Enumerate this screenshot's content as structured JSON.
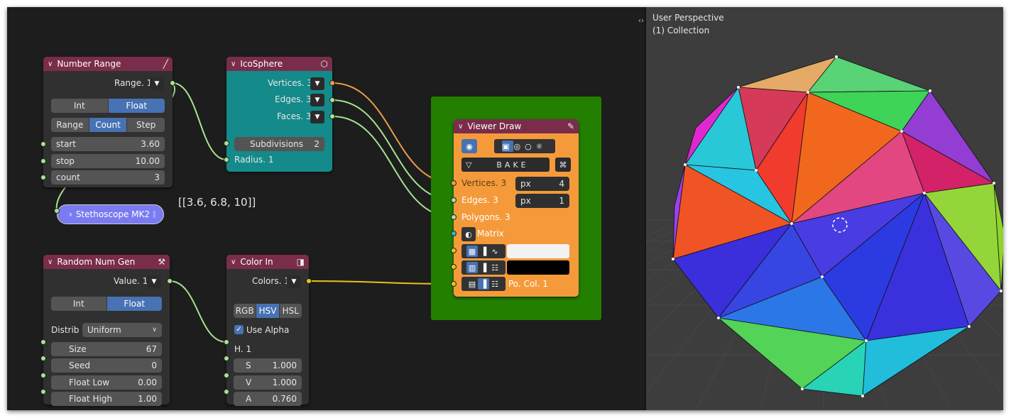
{
  "nodes": {
    "number_range": {
      "title": "Number Range",
      "output": "Range. 1",
      "mode_options": [
        "Int",
        "Float"
      ],
      "mode_active": "Float",
      "method_options": [
        "Range",
        "Count",
        "Step"
      ],
      "method_active": "Count",
      "fields": [
        {
          "label": "start",
          "value": "3.60"
        },
        {
          "label": "stop",
          "value": "10.00"
        },
        {
          "label": "count",
          "value": "3"
        }
      ]
    },
    "stethoscope": {
      "title": "Stethoscope MK2",
      "readout": "[[3.6, 6.8, 10]]"
    },
    "icosphere": {
      "title": "IcoSphere",
      "outputs": [
        "Vertices. 3",
        "Edges. 3",
        "Faces. 3"
      ],
      "subdivisions_label": "Subdivisions",
      "subdivisions_value": "2",
      "input": "Radius. 1"
    },
    "viewer_draw": {
      "title": "Viewer Draw",
      "bake_label": "BAKE",
      "inputs": [
        "Vertices. 3",
        "Edges. 3",
        "Polygons. 3",
        "Matrix",
        "",
        "",
        "Po. Col. 1"
      ],
      "vertex_size_unit": "px",
      "vertex_size": "4",
      "edge_width_unit": "px",
      "edge_width": "1",
      "color_vertices": "#f2f2f2",
      "color_edges": "#000000"
    },
    "random_num_gen": {
      "title": "Random Num Gen",
      "output": "Value. 1",
      "mode_options": [
        "Int",
        "Float"
      ],
      "mode_active": "Float",
      "distrib_label": "Distrib",
      "distrib_value": "Uniform",
      "fields": [
        {
          "label": "Size",
          "value": "67"
        },
        {
          "label": "Seed",
          "value": "0"
        },
        {
          "label": "Float Low",
          "value": "0.00"
        },
        {
          "label": "Float High",
          "value": "1.00"
        }
      ]
    },
    "color_in": {
      "title": "Color In",
      "output": "Colors. 1",
      "mode_options": [
        "RGB",
        "HSV",
        "HSL"
      ],
      "mode_active": "HSV",
      "use_alpha_label": "Use Alpha",
      "h_input": "H. 1",
      "fields": [
        {
          "label": "S",
          "value": "1.000"
        },
        {
          "label": "V",
          "value": "1.000"
        },
        {
          "label": "A",
          "value": "0.760"
        }
      ]
    }
  },
  "viewport": {
    "view_name": "User Perspective",
    "collection": "(1) Collection"
  },
  "colors": {
    "editor_bg": "#1d1d1d",
    "node_header": "#7a2d4a",
    "node_body": "#303030",
    "icosphere_body": "#148a8a",
    "viewer_body": "#f59a3a",
    "frame": "#237f00",
    "accent": "#4772b3",
    "wire_green": "#a6e48f",
    "wire_orange": "#ed9e4a",
    "wire_yellow": "#e8c21d"
  }
}
